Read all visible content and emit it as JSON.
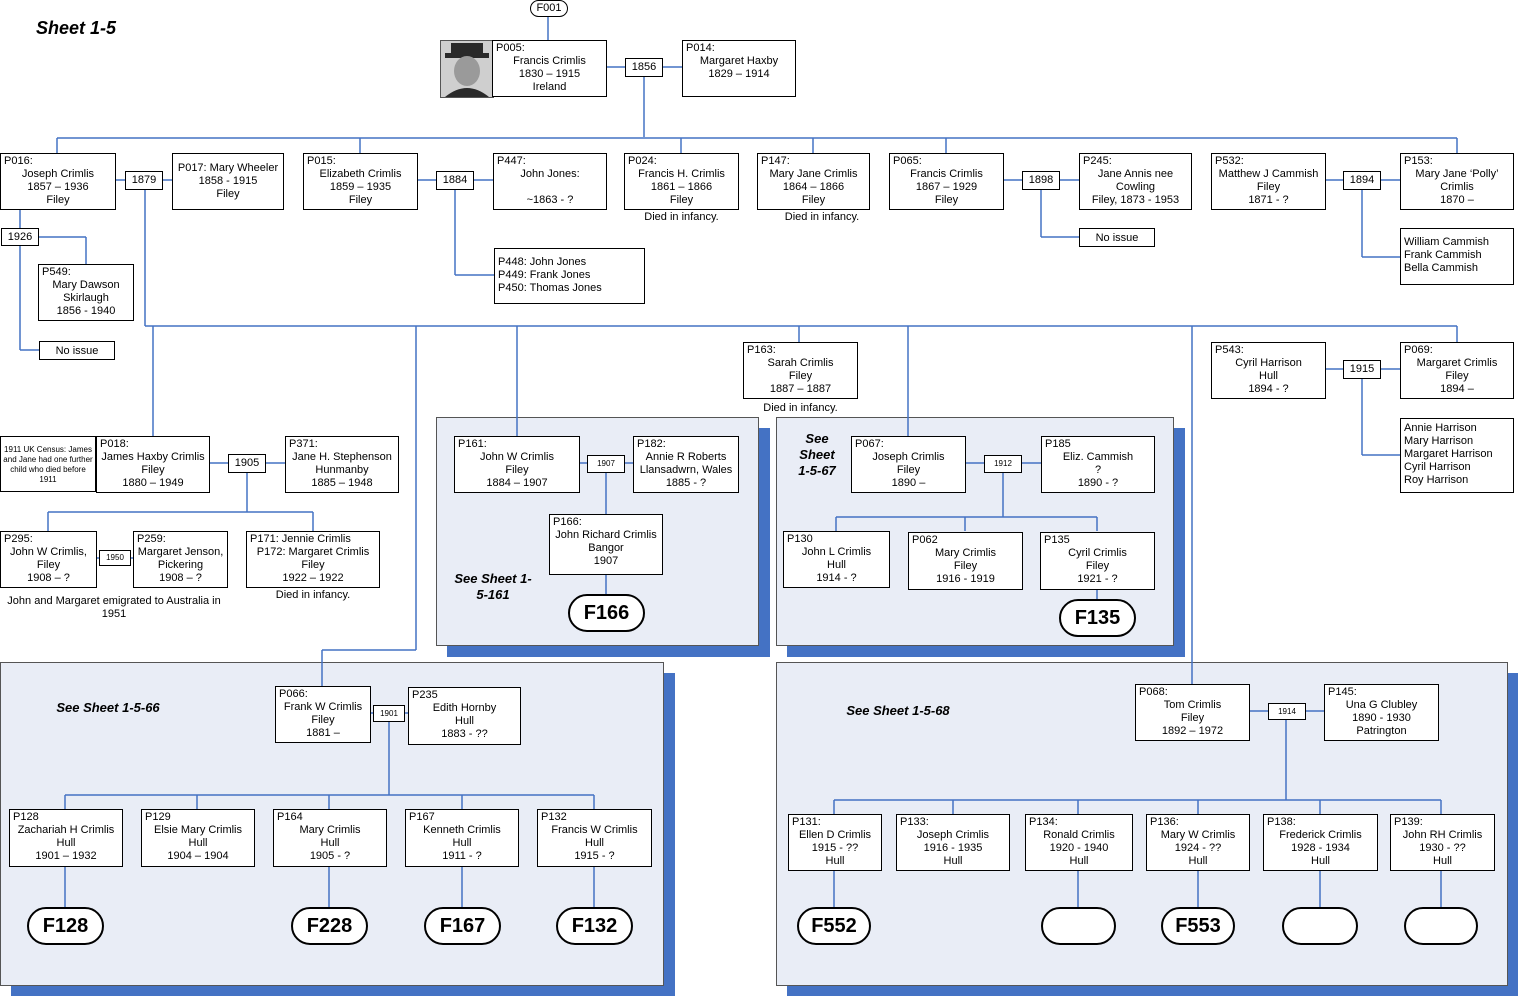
{
  "sheet_title": "Sheet 1-5",
  "family_ref": "F001",
  "photo_icon": "portrait-photo",
  "colors": {
    "line": "#4472c4",
    "panel": "#e9edf6",
    "panel_shadow": "#4472c4"
  },
  "people": {
    "p005": {
      "id": "P005:",
      "lines": [
        "Francis Crimlis",
        "1830 – 1915",
        "Ireland"
      ]
    },
    "p014": {
      "id": "P014:",
      "lines": [
        "Margaret Haxby",
        "1829 – 1914"
      ]
    },
    "p016": {
      "id": "P016:",
      "lines": [
        "Joseph Crimlis",
        "1857 – 1936",
        "Filey"
      ]
    },
    "p017": {
      "id": "",
      "lines": [
        "P017: Mary Wheeler",
        "1858 - 1915",
        "Filey"
      ]
    },
    "p015": {
      "id": "P015:",
      "lines": [
        "Elizabeth Crimlis",
        "1859 – 1935",
        "Filey"
      ]
    },
    "p447": {
      "id": "P447:",
      "lines": [
        "John Jones:",
        "",
        "~1863  - ?"
      ]
    },
    "p024": {
      "id": "P024:",
      "lines": [
        "Francis H.  Crimlis",
        "1861 – 1866",
        "Filey"
      ]
    },
    "p147": {
      "id": "P147:",
      "lines": [
        "Mary Jane Crimlis",
        "1864 – 1866",
        "Filey"
      ]
    },
    "p065": {
      "id": "P065:",
      "lines": [
        "Francis Crimlis",
        "1867 – 1929",
        "Filey"
      ]
    },
    "p245": {
      "id": "P245:",
      "lines": [
        "Jane Annis nee",
        "Cowling",
        "Filey, 1873 - 1953"
      ]
    },
    "p532": {
      "id": "P532:",
      "lines": [
        "Matthew J Cammish",
        "Filey",
        "1871 - ?"
      ]
    },
    "p153": {
      "id": "P153:",
      "lines": [
        "Mary Jane ‘Polly’",
        "Crimlis",
        "1870 –"
      ]
    },
    "p549": {
      "id": "P549:",
      "lines": [
        "Mary Dawson",
        "Skirlaugh",
        "1856 - 1940"
      ]
    },
    "p448": {
      "id": "",
      "lines": [
        "P448: John Jones",
        "P449: Frank Jones",
        "P450: Thomas Jones"
      ]
    },
    "cammish_kids": {
      "id": "",
      "lines": [
        "William Cammish",
        "Frank Cammish",
        "Bella Cammish"
      ]
    },
    "p163": {
      "id": "P163:",
      "lines": [
        "Sarah Crimlis",
        "Filey",
        "1887 – 1887"
      ]
    },
    "p543": {
      "id": "P543:",
      "lines": [
        "Cyril Harrison",
        "Hull",
        "1894 - ?"
      ]
    },
    "p069": {
      "id": "P069:",
      "lines": [
        "Margaret Crimlis",
        "Filey",
        "1894 –"
      ]
    },
    "harrison_kids": {
      "id": "",
      "lines": [
        "Annie Harrison",
        "Mary Harrison",
        "Margaret Harrison",
        "Cyril Harrison",
        "Roy Harrison"
      ]
    },
    "p018": {
      "id": "P018:",
      "lines": [
        "James Haxby Crimlis",
        "Filey",
        "1880 – 1949"
      ]
    },
    "p371": {
      "id": "P371:",
      "lines": [
        "Jane H. Stephenson",
        "Hunmanby",
        "1885 – 1948"
      ]
    },
    "p295": {
      "id": "P295:",
      "lines": [
        "John W  Crimlis,",
        "Filey",
        "1908 – ?"
      ]
    },
    "p259": {
      "id": "P259:",
      "lines": [
        "Margaret Jenson,",
        "Pickering",
        "1908 – ?"
      ]
    },
    "p171": {
      "id": "P171: Jennie Crimlis",
      "lines": [
        "P172: Margaret Crimlis",
        "Filey",
        "1922 – 1922"
      ]
    },
    "p161": {
      "id": "P161:",
      "lines": [
        "John W  Crimlis",
        "Filey",
        "1884 – 1907"
      ]
    },
    "p182": {
      "id": "P182:",
      "lines": [
        "Annie R Roberts",
        "Llansadwrn, Wales",
        "1885 - ?"
      ]
    },
    "p166": {
      "id": "P166:",
      "lines": [
        "John Richard Crimlis",
        "Bangor",
        "1907"
      ]
    },
    "p067": {
      "id": "P067:",
      "lines": [
        "Joseph Crimlis",
        "Filey",
        "1890 –"
      ]
    },
    "p185": {
      "id": "P185",
      "lines": [
        "Eliz. Cammish",
        "?",
        "1890 - ?"
      ]
    },
    "p130": {
      "id": "P130",
      "lines": [
        "John L Crimlis",
        "Hull",
        "1914 - ?"
      ]
    },
    "p062": {
      "id": "P062",
      "lines": [
        "Mary Crimlis",
        "Filey",
        "1916 - 1919"
      ]
    },
    "p135": {
      "id": "P135",
      "lines": [
        "Cyril Crimlis",
        "Filey",
        "1921 - ?"
      ]
    },
    "p066": {
      "id": "P066:",
      "lines": [
        "Frank W Crimlis",
        "Filey",
        "1881 –"
      ]
    },
    "p235": {
      "id": "P235",
      "lines": [
        "Edith Hornby",
        "Hull",
        "1883 - ??"
      ]
    },
    "p128": {
      "id": "P128",
      "lines": [
        "Zachariah H  Crimlis",
        "Hull",
        "1901 – 1932"
      ]
    },
    "p129": {
      "id": "P129",
      "lines": [
        "Elsie Mary Crimlis",
        "Hull",
        "1904 – 1904"
      ]
    },
    "p164": {
      "id": "P164",
      "lines": [
        "Mary Crimlis",
        "Hull",
        "1905  - ?"
      ]
    },
    "p167": {
      "id": "P167",
      "lines": [
        "Kenneth Crimlis",
        "Hull",
        "1911 - ?"
      ]
    },
    "p132": {
      "id": "P132",
      "lines": [
        "Francis W Crimlis",
        "Hull",
        "1915 - ?"
      ]
    },
    "p068": {
      "id": "P068:",
      "lines": [
        "Tom Crimlis",
        "Filey",
        "1892 – 1972"
      ]
    },
    "p145": {
      "id": "P145:",
      "lines": [
        "Una G Clubley",
        "1890 - 1930",
        "Patrington"
      ]
    },
    "p131": {
      "id": "P131:",
      "lines": [
        "Ellen D Crimlis",
        "1915 - ??",
        "Hull"
      ]
    },
    "p133": {
      "id": "P133:",
      "lines": [
        "Joseph Crimlis",
        "1916 - 1935",
        "Hull"
      ]
    },
    "p134": {
      "id": "P134:",
      "lines": [
        "Ronald Crimlis",
        "1920 - 1940",
        "Hull"
      ]
    },
    "p136": {
      "id": "P136:",
      "lines": [
        "Mary W Crimlis",
        "1924 - ??",
        "Hull"
      ]
    },
    "p138": {
      "id": "P138:",
      "lines": [
        "Frederick Crimlis",
        "1928 - 1934",
        "Hull"
      ]
    },
    "p139": {
      "id": "P139:",
      "lines": [
        "John RH Crimlis",
        "1930 - ??",
        "Hull"
      ]
    }
  },
  "years": {
    "y1856": "1856",
    "y1879": "1879",
    "y1926": "1926",
    "y1884": "1884",
    "y1898": "1898",
    "y1894": "1894",
    "y1915": "1915",
    "y1905": "1905",
    "y1950": "1950",
    "y1907": "1907",
    "y1912": "1912",
    "y1901": "1901",
    "y1914": "1914"
  },
  "notes": {
    "no_issue_1": "No issue",
    "no_issue_2": "No issue",
    "died_infancy_1": "Died in infancy.",
    "died_infancy_2": "Died in infancy.",
    "died_infancy_3": "Died in infancy.",
    "died_infancy_4": "Died in infancy.",
    "emigrated": "John and Margaret emigrated to Australia in 1951",
    "census": "1911 UK Census: James and Jane had one further child who died before 1911"
  },
  "sheet_refs": {
    "s161": "See Sheet 1-5-161",
    "s67": "See Sheet 1-5-67",
    "s66": "See Sheet 1-5-66",
    "s68": "See Sheet 1-5-68"
  },
  "family_refs": {
    "f166": "F166",
    "f135": "F135",
    "f128": "F128",
    "f228": "F228",
    "f167": "F167",
    "f132": "F132",
    "f552": "F552",
    "f553": "F553",
    "blank1": "",
    "blank2": "",
    "blank3": ""
  }
}
